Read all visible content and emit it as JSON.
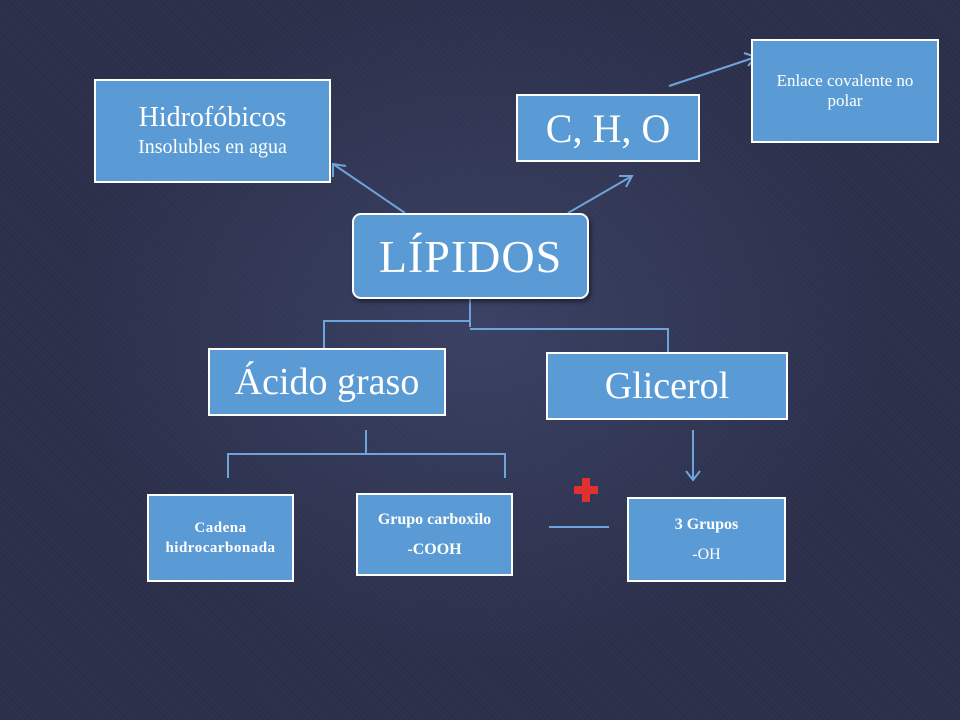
{
  "nodes": {
    "hidrofobicos": {
      "title": "Hidrofóbicos",
      "subtitle": "Insolubles en agua"
    },
    "cho": {
      "label": "C, H, O"
    },
    "enlace": {
      "label": "Enlace covalente  no polar"
    },
    "lipidos": {
      "label": "LÍPIDOS"
    },
    "acido_graso": {
      "label": "Ácido graso"
    },
    "glicerol": {
      "label": "Glicerol"
    },
    "cadena": {
      "label": "Cadena hidrocarbonada"
    },
    "carboxilo": {
      "line1": "Grupo carboxilo",
      "line2": "-COOH"
    },
    "grupos": {
      "line1": "3 Grupos",
      "line2": "-OH"
    }
  },
  "colors": {
    "box_fill": "#5b9bd5",
    "connector": "#6fa3dc",
    "plus_sign": "#e03030",
    "background": "#2b2f4a"
  },
  "icons": {
    "plus": "plus-icon"
  }
}
